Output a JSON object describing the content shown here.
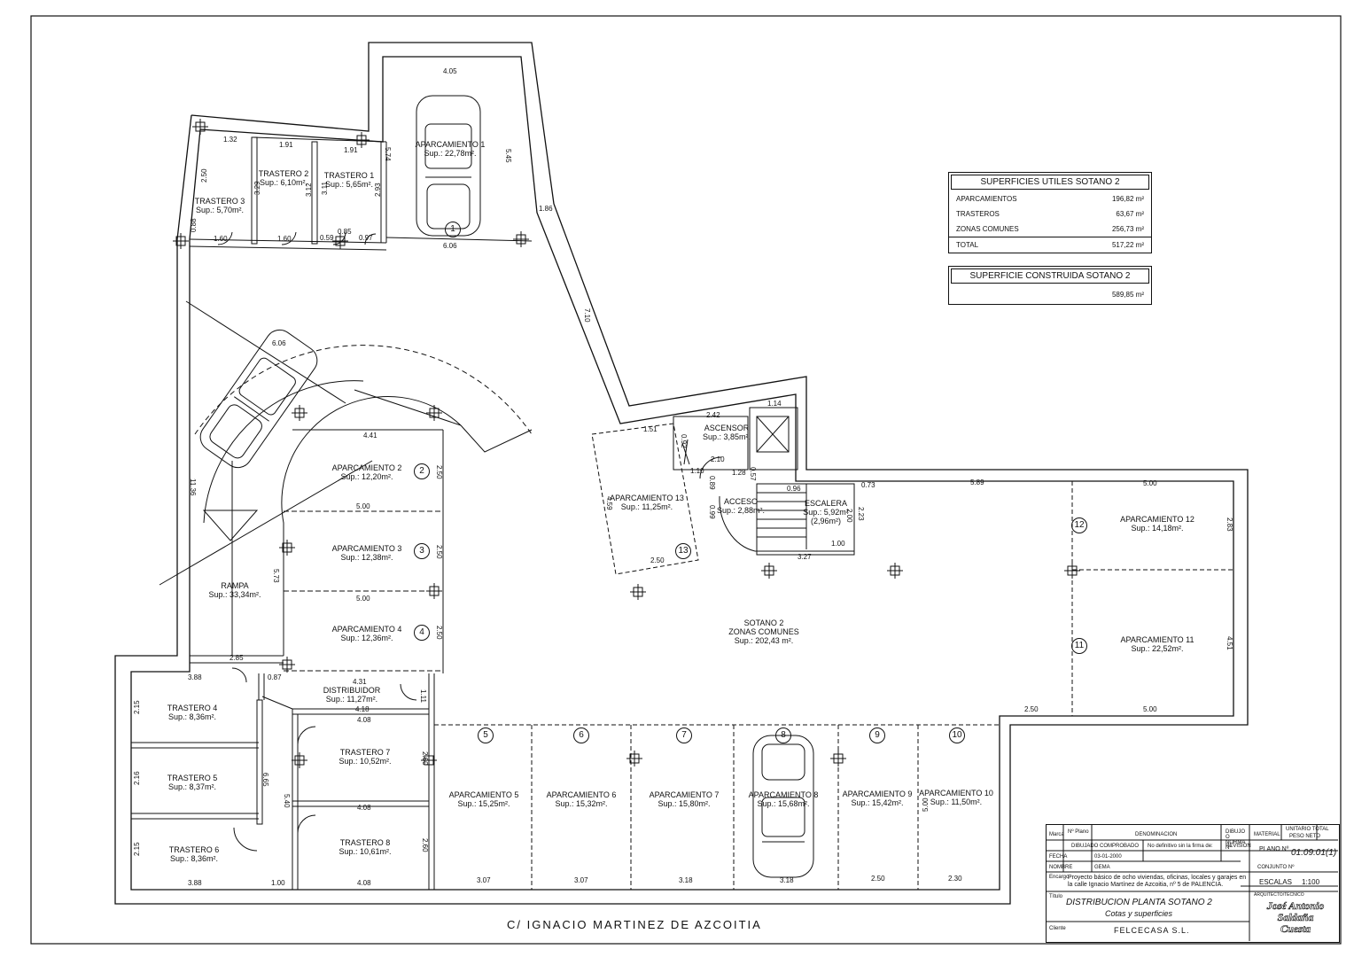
{
  "rooms": {
    "aparcamiento_1": {
      "name": "APARCAMIENTO 1",
      "sup": "Sup.: 22,78m²."
    },
    "aparcamiento_2": {
      "name": "APARCAMIENTO 2",
      "sup": "Sup.: 12,20m²."
    },
    "aparcamiento_3": {
      "name": "APARCAMIENTO 3",
      "sup": "Sup.: 12,38m²."
    },
    "aparcamiento_4": {
      "name": "APARCAMIENTO 4",
      "sup": "Sup.: 12,36m²."
    },
    "aparcamiento_5": {
      "name": "APARCAMIENTO 5",
      "sup": "Sup.: 15,25m²."
    },
    "aparcamiento_6": {
      "name": "APARCAMIENTO 6",
      "sup": "Sup.: 15,32m²."
    },
    "aparcamiento_7": {
      "name": "APARCAMIENTO 7",
      "sup": "Sup.: 15,80m²."
    },
    "aparcamiento_8": {
      "name": "APARCAMIENTO 8",
      "sup": "Sup.: 15,68m²."
    },
    "aparcamiento_9": {
      "name": "APARCAMIENTO 9",
      "sup": "Sup.: 15,42m²."
    },
    "aparcamiento_10": {
      "name": "APARCAMIENTO 10",
      "sup": "Sup.: 11,50m²."
    },
    "aparcamiento_11": {
      "name": "APARCAMIENTO 11",
      "sup": "Sup.: 22,52m²."
    },
    "aparcamiento_12": {
      "name": "APARCAMIENTO 12",
      "sup": "Sup.: 14,18m²."
    },
    "aparcamiento_13": {
      "name": "APARCAMIENTO 13",
      "sup": "Sup.: 11,25m²."
    },
    "trastero_1": {
      "name": "TRASTERO 1",
      "sup": "Sup.: 5,65m²."
    },
    "trastero_2": {
      "name": "TRASTERO 2",
      "sup": "Sup.: 6,10m²."
    },
    "trastero_3": {
      "name": "TRASTERO 3",
      "sup": "Sup.: 5,70m²."
    },
    "trastero_4": {
      "name": "TRASTERO 4",
      "sup": "Sup.: 8,36m²."
    },
    "trastero_5": {
      "name": "TRASTERO 5",
      "sup": "Sup.: 8,37m²."
    },
    "trastero_6": {
      "name": "TRASTERO 6",
      "sup": "Sup.: 8,36m²."
    },
    "trastero_7": {
      "name": "TRASTERO 7",
      "sup": "Sup.: 10,52m²."
    },
    "trastero_8": {
      "name": "TRASTERO 8",
      "sup": "Sup.: 10,61m²."
    },
    "rampa": {
      "name": "RAMPA",
      "sup": "Sup.: 33,34m²."
    },
    "distribuidor": {
      "name": "DISTRIBUIDOR",
      "sup": "Sup.: 11,27m²."
    },
    "ascensor": {
      "name": "ASCENSOR",
      "sup": "Sup.: 3,85m²."
    },
    "acceso": {
      "name": "ACCESO",
      "sup": "Sup.: 2,88m²."
    },
    "escalera": {
      "name": "ESCALERA",
      "sup": "Sup.: 5,92m²",
      "sup2": "(2,96m²)"
    },
    "zonas_comunes": {
      "name1": "SOTANO 2",
      "name2": "ZONAS COMUNES",
      "sup": "Sup.: 202,43 m²."
    }
  },
  "space_numbers": [
    "1",
    "2",
    "3",
    "4",
    "5",
    "6",
    "7",
    "8",
    "9",
    "10",
    "11",
    "12",
    "13"
  ],
  "dimensions": {
    "d405": "4.05",
    "d574": "5.74",
    "d545": "5.45",
    "d132": "1.32",
    "d191a": "1.91",
    "d191b": "1.91",
    "d250a": "2.50",
    "d329": "3.29",
    "d312": "3.12",
    "d311": "3.11",
    "d293": "2.93",
    "d088": "0.88",
    "d160a": "1.60",
    "d160b": "1.60",
    "d059": "0.59",
    "d085": "0.85",
    "d097": "0.97",
    "d606a": "6.06",
    "d186": "1.86",
    "d710": "7.10",
    "d606b": "6.06",
    "d441": "4.41",
    "d250b": "2.50",
    "d500a": "5.00",
    "d250c": "2.50",
    "d500b": "5.00",
    "d250d": "2.50",
    "d573": "5.73",
    "d1136": "11.36",
    "d285": "2.85",
    "d388a": "3.88",
    "d087": "0.87",
    "d431": "4.31",
    "d418": "4.18",
    "d408a": "4.08",
    "d111": "1.11",
    "d215a": "2.15",
    "d216": "2.16",
    "d215b": "2.15",
    "d665": "6.65",
    "d540": "5.40",
    "d408b": "4.08",
    "d260a": "2.60",
    "d260b": "2.60",
    "d388b": "3.88",
    "d100": "1.00",
    "d408c": "4.08",
    "d151": "1.51",
    "d242": "2.42",
    "d114": "1.14",
    "d092": "0.92",
    "d110": "1.10",
    "d210": "2.10",
    "d128": "1.28",
    "d089": "0.89",
    "d057": "0.57",
    "d099": "0.99",
    "d096": "0.96",
    "d200": "2.00",
    "d223": "2.23",
    "d100b": "1.00",
    "d327": "3.27",
    "d073": "0.73",
    "d589": "5.89",
    "d500c": "5.00",
    "d283": "2.83",
    "d451": "4.51",
    "d250e": "2.50",
    "d500d": "5.00",
    "d459": "4.59",
    "d250f": "2.50",
    "d307a": "3.07",
    "d307b": "3.07",
    "d318a": "3.18",
    "d318b": "3.18",
    "d250g": "2.50",
    "d230": "2.30",
    "d500e": "5.00"
  },
  "street": "C/ IGNACIO MARTINEZ DE AZCOITIA",
  "summary": {
    "title": "SUPERFICIES UTILES SOTANO 2",
    "rows": [
      {
        "label": "APARCAMIENTOS",
        "value": "196,82 m²"
      },
      {
        "label": "TRASTEROS",
        "value": "63,67 m²"
      },
      {
        "label": "ZONAS COMUNES",
        "value": "256,73 m²"
      }
    ],
    "total_label": "TOTAL",
    "total_value": "517,22 m²",
    "built_title": "SUPERFICIE CONSTRUIDA SOTANO 2",
    "built_value": "589,85 m²"
  },
  "titleblock": {
    "marca": "Marca",
    "n_plano": "Nº Plano",
    "denominacion": "DENOMINACION",
    "dibujo_norma": "DIBUJO O NORMA Nº",
    "material": "MATERIAL",
    "unitario_total": "UNITARIO TOTAL",
    "peso_neto": "PESO NETO",
    "dibujado": "DIBUJADO",
    "comprobado": "COMPROBADO",
    "firma_note": "No definitivo sin la firma de:",
    "revision": "REVISION",
    "fecha_label": "FECHA",
    "fecha": "03-01-2000",
    "nombre_label": "NOMBRE",
    "nombre": "GEMA",
    "plano_label": "PLANO Nº",
    "plano": "01.09.01(1)",
    "conjunto_label": "CONJUNTO Nº",
    "encargo_label": "Encargo",
    "proyecto": "Proyecto básico de ocho viviendas, oficinas, locales y garajes en la calle Ignacio Martínez de Azcoitia, nº 5 de PALENCIA.",
    "escalas_label": "ESCALAS",
    "escala": "1:100",
    "titulo_label": "Título",
    "titulo1": "DISTRIBUCION PLANTA SOTANO 2",
    "titulo2": "Cotas y superficies",
    "cliente_label": "Cliente",
    "cliente": "FELCECASA S.L.",
    "arquitecto_label": "ARQUITECTO/TECNICO",
    "arquitecto1": "José Antonio",
    "arquitecto2": "Saldaña",
    "arquitecto3": "Cuesta"
  }
}
